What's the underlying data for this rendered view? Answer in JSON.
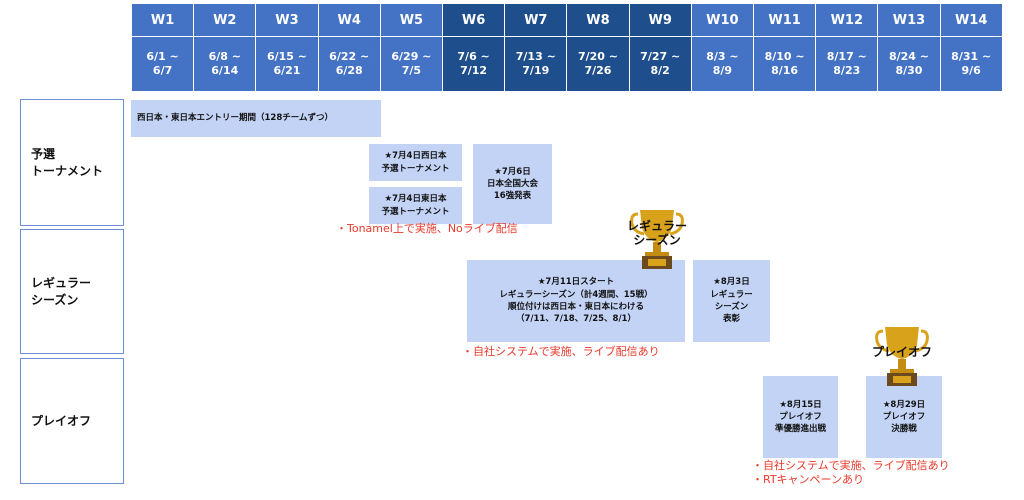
{
  "weeks": [
    {
      "label": "W1",
      "date_start": "6/1 ~",
      "date_end": "6/7"
    },
    {
      "label": "W2",
      "date_start": "6/8 ~",
      "date_end": "6/14"
    },
    {
      "label": "W3",
      "date_start": "6/15 ~",
      "date_end": "6/21"
    },
    {
      "label": "W4",
      "date_start": "6/22 ~",
      "date_end": "6/28"
    },
    {
      "label": "W5",
      "date_start": "6/29 ~",
      "date_end": "7/5"
    },
    {
      "label": "W6",
      "date_start": "7/6 ~",
      "date_end": "7/12"
    },
    {
      "label": "W7",
      "date_start": "7/13 ~",
      "date_end": "7/19"
    },
    {
      "label": "W8",
      "date_start": "7/20 ~",
      "date_end": "7/26"
    },
    {
      "label": "W9",
      "date_start": "7/27 ~",
      "date_end": "8/2"
    },
    {
      "label": "W10",
      "date_start": "8/3 ~",
      "date_end": "8/9"
    },
    {
      "label": "W11",
      "date_start": "8/10 ~",
      "date_end": "8/16"
    },
    {
      "label": "W12",
      "date_start": "8/17 ~",
      "date_end": "8/23"
    },
    {
      "label": "W13",
      "date_start": "8/24 ~",
      "date_end": "8/30"
    },
    {
      "label": "W14",
      "date_start": "8/31 ~",
      "date_end": "9/6"
    }
  ],
  "colors": {
    "header_light": "#4472c4",
    "header_dark": "#1f4e8c",
    "event_fill": "#c3d3f5",
    "note_red": "#e8392a",
    "row_border": "#6c8ed4",
    "trophy_gold": "#d9a21b",
    "trophy_base": "#6b4a1e"
  },
  "rows": {
    "qualifier": {
      "line1": "予選",
      "line2": "トーナメント"
    },
    "regular": {
      "line1": "レギュラー",
      "line2": "シーズン"
    },
    "playoff": {
      "line1": "プレイオフ"
    }
  },
  "events": {
    "entry": "西日本・東日本エントリー期間（128チームずつ）",
    "west_qual": {
      "line1": "★7月4日西日本",
      "line2": "予選トーナメント"
    },
    "east_qual": {
      "line1": "★7月4日東日本",
      "line2": "予選トーナメント"
    },
    "national": {
      "line1": "★7月6日",
      "line2": "日本全国大会",
      "line3": "16強発表"
    },
    "season_start": {
      "line1": "★7月11日スタート",
      "line2": "レギュラーシーズン（計4週間、15戦）",
      "line3": "順位付けは西日本・東日本にわける",
      "line4": "（7/11、7/18、7/25、8/1）"
    },
    "season_award": {
      "line1": "★8月3日",
      "line2": "レギュラー",
      "line3": "シーズン",
      "line4": "表彰"
    },
    "semi": {
      "line1": "★8月15日",
      "line2": "プレイオフ",
      "line3": "準優勝進出戦"
    },
    "final": {
      "line1": "★8月29日",
      "line2": "プレイオフ",
      "line3": "決勝戦"
    }
  },
  "notes": {
    "qualifier": "・Tonamel上で実施、Noライブ配信",
    "regular": "・自社システムで実施、ライブ配信あり",
    "playoff1": "・自社システムで実施、ライブ配信あり",
    "playoff2": "・RTキャンペーンあり"
  },
  "trophies": {
    "regular": {
      "icon": "trophy-icon",
      "line1": "レギュラー",
      "line2": "シーズン"
    },
    "playoff": {
      "icon": "trophy-icon",
      "line1": "プレイオフ"
    }
  }
}
